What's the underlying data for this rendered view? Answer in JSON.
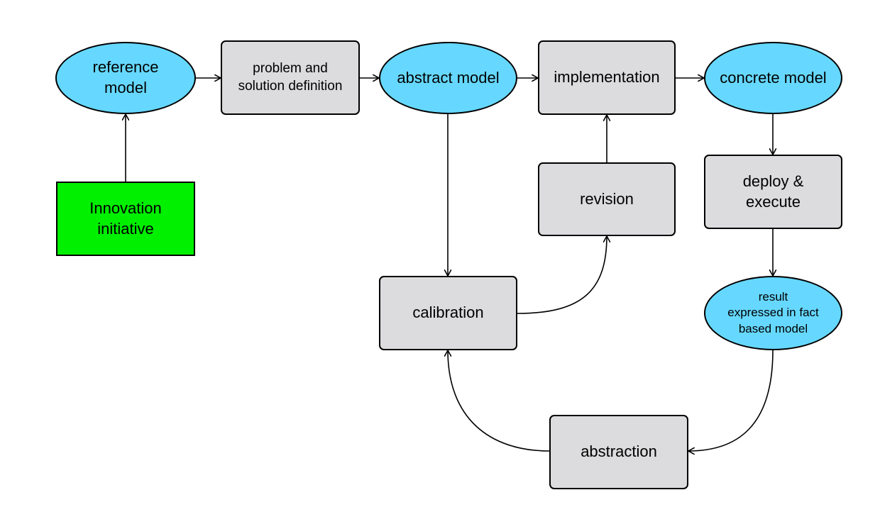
{
  "colors": {
    "model": "#66d8ff",
    "process": "#dcdbdd",
    "initiative": "#00f000",
    "line": "#000000"
  },
  "nodes": {
    "reference_model": "reference\nmodel",
    "problem_solution": "problem and\nsolution definition",
    "abstract_model": "abstract model",
    "implementation": "implementation",
    "concrete_model": "concrete model",
    "innovation_initiative": "Innovation\ninitiative",
    "revision": "revision",
    "deploy_execute": "deploy &\nexecute",
    "calibration": "calibration",
    "result": "result\nexpressed in fact\nbased model",
    "abstraction": "abstraction"
  },
  "connections": [
    {
      "from": "innovation_initiative",
      "to": "reference_model"
    },
    {
      "from": "reference_model",
      "to": "problem_solution"
    },
    {
      "from": "problem_solution",
      "to": "abstract_model"
    },
    {
      "from": "abstract_model",
      "to": "implementation"
    },
    {
      "from": "implementation",
      "to": "concrete_model"
    },
    {
      "from": "concrete_model",
      "to": "deploy_execute"
    },
    {
      "from": "deploy_execute",
      "to": "result"
    },
    {
      "from": "result",
      "to": "abstraction"
    },
    {
      "from": "abstraction",
      "to": "calibration"
    },
    {
      "from": "abstract_model",
      "to": "calibration"
    },
    {
      "from": "calibration",
      "to": "revision"
    },
    {
      "from": "revision",
      "to": "implementation"
    }
  ]
}
